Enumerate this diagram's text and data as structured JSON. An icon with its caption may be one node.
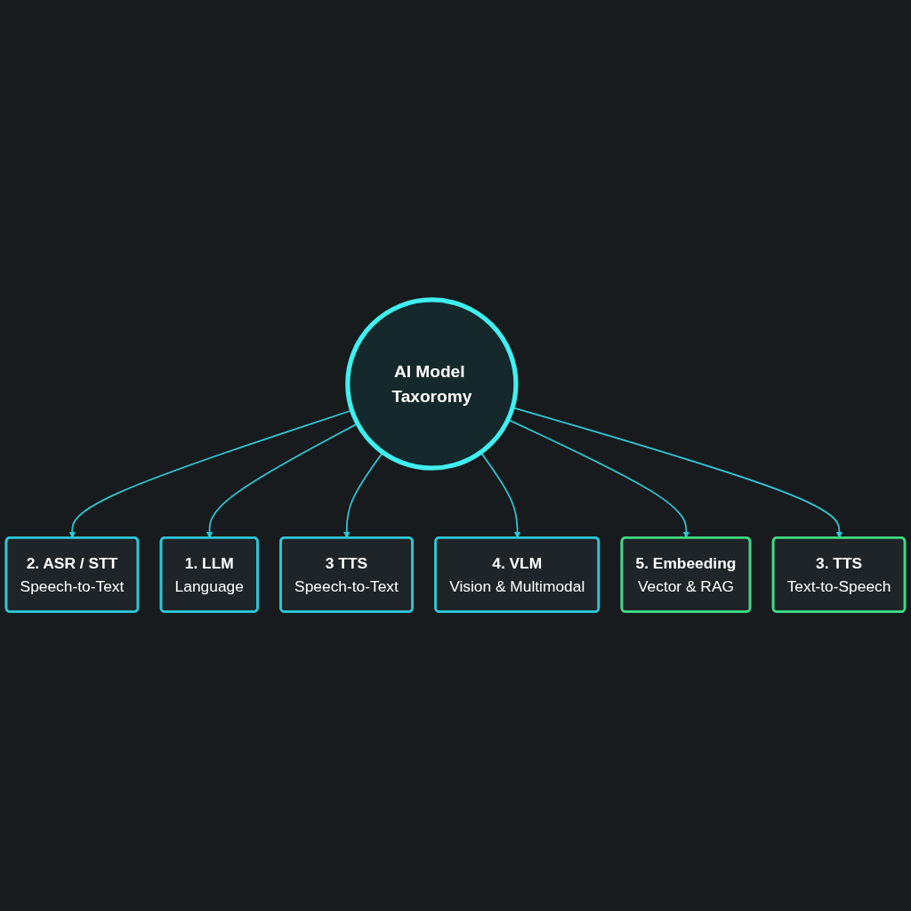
{
  "diagram": {
    "nodes": [
      {
        "text": [
          "2. ASR / STT",
          "Speech-to-Text"
        ]
      },
      {
        "text": [
          "1. LLM",
          "Language"
        ]
      },
      {
        "text": [
          "3 TTS",
          "Speech-to-Text"
        ]
      },
      {
        "text": [
          "AI Model Taxoromy"
        ]
      },
      {
        "text": [
          "4. VLM",
          "Vision & Multimodal"
        ]
      },
      {
        "text": [
          "5. Embeeding",
          "Vector & RAG"
        ]
      },
      {
        "text": [
          "3. TTS",
          "Text-to-Speech"
        ]
      }
    ],
    "edges": [
      {
        "from": 3,
        "to": 0,
        "arrow": "to"
      },
      {
        "from": 3,
        "to": 1,
        "arrow": "to"
      },
      {
        "from": 3,
        "to": 2,
        "arrow": "to"
      },
      {
        "from": 3,
        "to": 4,
        "arrow": "to"
      },
      {
        "from": 3,
        "to": 5,
        "arrow": "to"
      },
      {
        "from": 3,
        "to": 6,
        "arrow": "to"
      }
    ]
  }
}
